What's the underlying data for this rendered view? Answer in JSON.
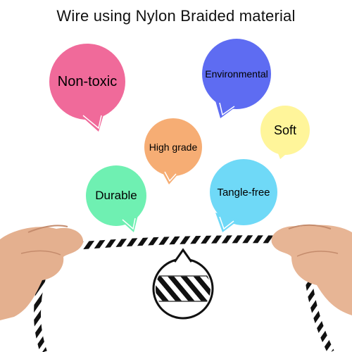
{
  "title": "Wire using Nylon Braided material",
  "features": [
    {
      "label": "Non-toxic",
      "color": "#f06a9a"
    },
    {
      "label": "Environmental",
      "color": "#5e6cf2"
    },
    {
      "label": "Soft",
      "color": "#fff59a"
    },
    {
      "label": "High grade",
      "color": "#f6ad74"
    },
    {
      "label": "Durable",
      "color": "#6ff0b2"
    },
    {
      "label": "Tangle-free",
      "color": "#6fd9f7"
    }
  ],
  "cable": {
    "colors": [
      "#111111",
      "#ffffff"
    ]
  }
}
